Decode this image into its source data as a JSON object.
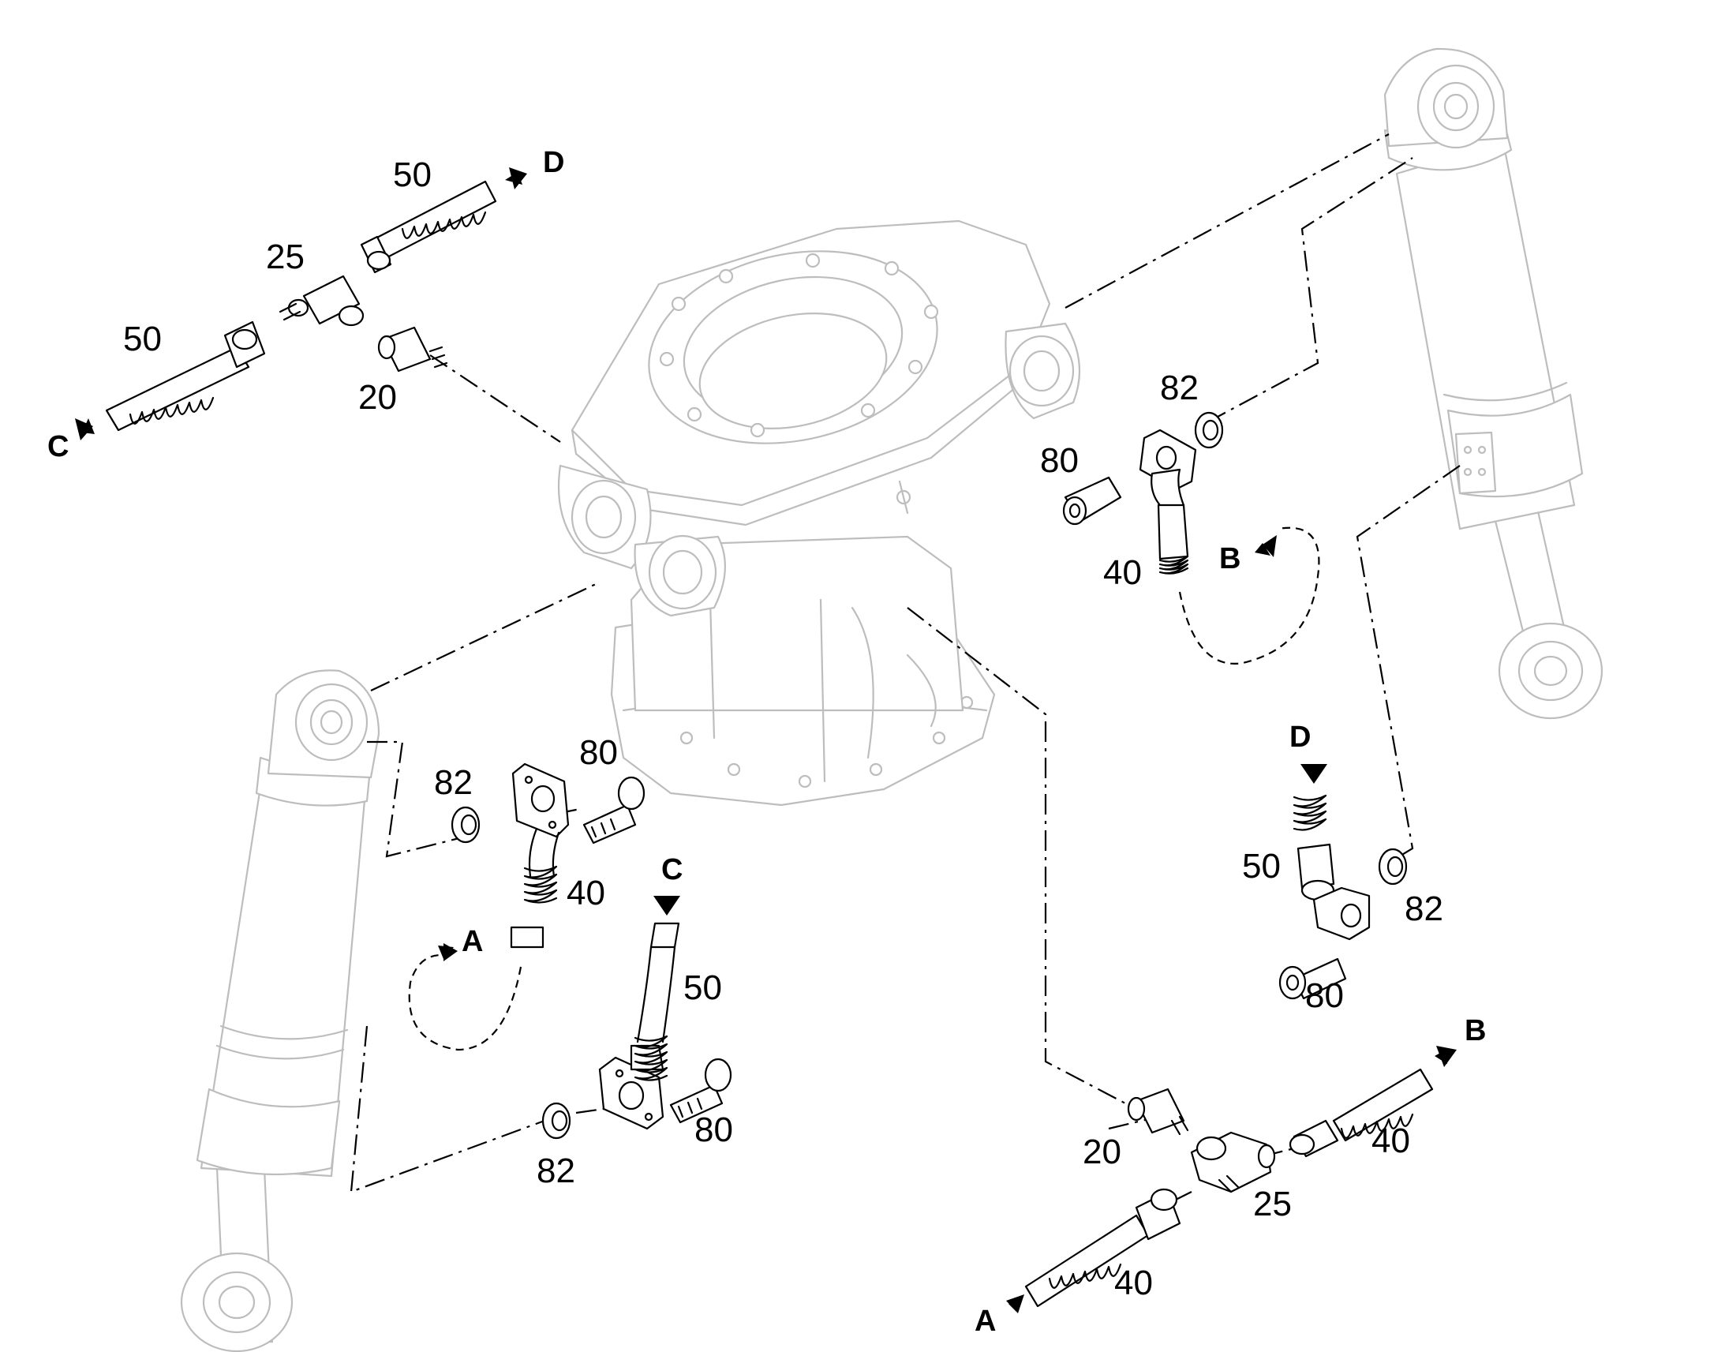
{
  "diagram": {
    "part_labels": [
      "50",
      "25",
      "50",
      "20",
      "82",
      "80",
      "40",
      "82",
      "80",
      "40",
      "50",
      "82",
      "80",
      "20",
      "40",
      "25",
      "40",
      "50",
      "82",
      "80"
    ],
    "port_labels": [
      "D",
      "C",
      "B",
      "A",
      "C",
      "D",
      "B",
      "A"
    ]
  },
  "colors": {
    "ink": "#000000",
    "outline": "#bdbdbd",
    "background": "#ffffff"
  }
}
